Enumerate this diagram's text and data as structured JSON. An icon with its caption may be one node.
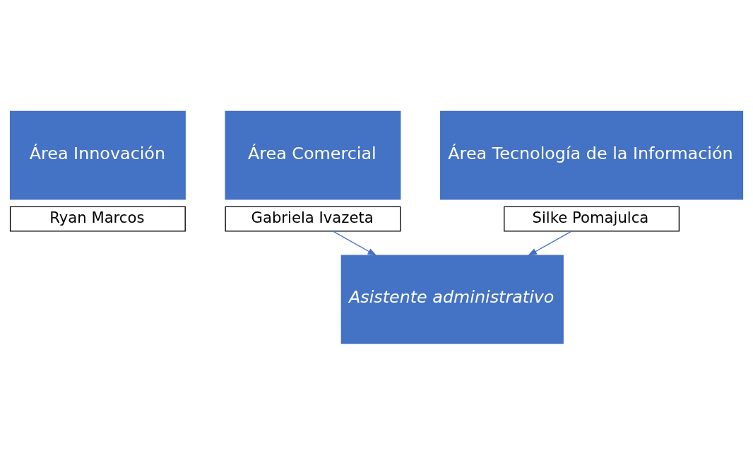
{
  "diagram": {
    "nodes": [
      {
        "text": [
          "Área Innovación"
        ]
      },
      {
        "text": [
          "Ryan Marcos"
        ]
      },
      {
        "text": [
          "Área Comercial"
        ]
      },
      {
        "text": [
          "Gabriela Ivazeta"
        ]
      },
      {
        "text": [
          "Área Tecnología de la Información"
        ]
      },
      {
        "text": [
          "Silke Pomajulca"
        ]
      },
      {
        "text": [
          "Asistente administrativo"
        ]
      }
    ],
    "edges": [
      {
        "from": 3,
        "to": 6,
        "arrow": "to"
      },
      {
        "from": 5,
        "to": 6,
        "arrow": "to"
      }
    ]
  }
}
